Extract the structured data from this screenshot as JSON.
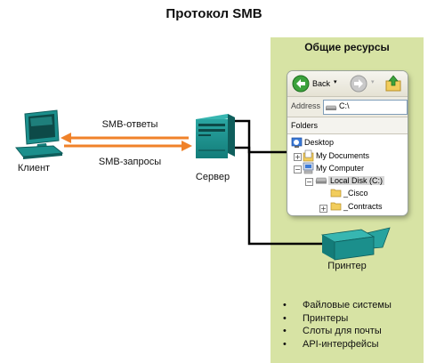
{
  "title": "Протокол SMB",
  "client": {
    "label": "Клиент"
  },
  "server": {
    "label": "Сервер"
  },
  "printer": {
    "label": "Принтер"
  },
  "arrows": {
    "responses_label": "SMB-ответы",
    "requests_label": "SMB-запросы",
    "color": "#f0822a"
  },
  "panel": {
    "title": "Общие ресурсы",
    "background": "#d7e3a4",
    "items": [
      "Файловые системы",
      "Принтеры",
      "Слоты для почты",
      "API-интерфейсы"
    ]
  },
  "explorer": {
    "back_label": "Back",
    "address_label": "Address",
    "address_value": "C:\\",
    "folders_label": "Folders",
    "tree": {
      "desktop": "Desktop",
      "my_documents": "My Documents",
      "my_computer": "My Computer",
      "local_disk": "Local Disk (C:)",
      "cisco": "_Cisco",
      "contracts": "_Contracts"
    }
  },
  "colors": {
    "device_teal": "#1b8f8c",
    "device_dark": "#0f5e5c",
    "line": "#000000"
  }
}
